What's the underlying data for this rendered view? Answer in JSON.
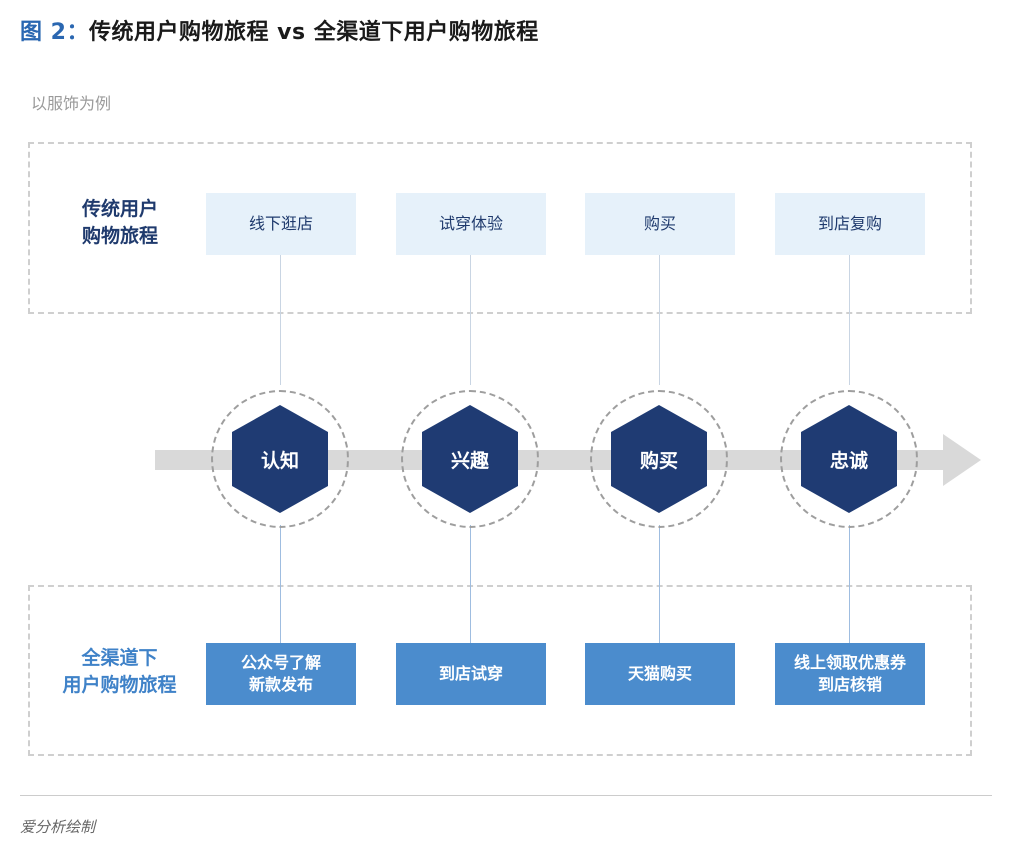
{
  "title": {
    "figure_label": "图 2：",
    "text": "传统用户购物旅程 vs 全渠道下用户购物旅程"
  },
  "subtitle": "以服饰为例",
  "rows": {
    "traditional": {
      "label_line1": "传统用户",
      "label_line2": "购物旅程",
      "steps": [
        "线下逛店",
        "试穿体验",
        "购买",
        "到店复购"
      ]
    },
    "omnichannel": {
      "label_line1": "全渠道下",
      "label_line2": "用户购物旅程",
      "steps": [
        {
          "line1": "公众号了解",
          "line2": "新款发布"
        },
        {
          "line1": "到店试穿",
          "line2": ""
        },
        {
          "line1": "天猫购买",
          "line2": ""
        },
        {
          "line1": "线上领取优惠券",
          "line2": "到店核销"
        }
      ]
    }
  },
  "stages": [
    "认知",
    "兴趣",
    "购买",
    "忠诚"
  ],
  "colors": {
    "navy": "#1f3b73",
    "accent_blue": "#4b8ccd",
    "light_box": "#e6f1fa",
    "arrow": "#d9d9d9"
  },
  "footer": "爱分析绘制"
}
